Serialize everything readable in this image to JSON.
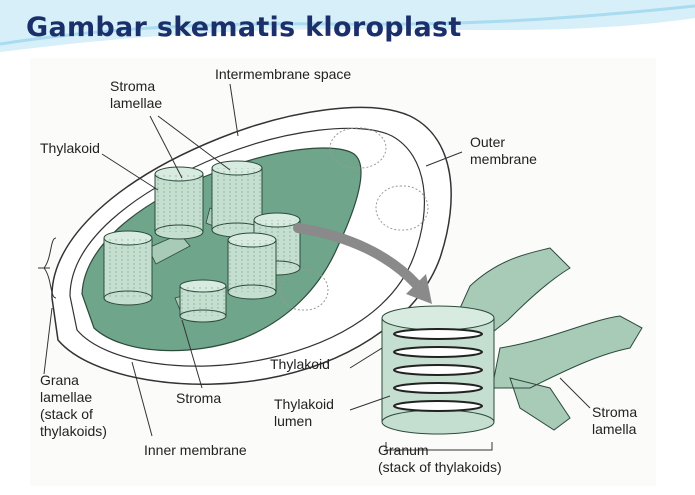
{
  "slide": {
    "title": "Gambar skematis kloroplast"
  },
  "labels": {
    "stroma_lamellae": "Stroma\nlamellae",
    "intermembrane_space": "Intermembrane space",
    "thylakoid_top": "Thylakoid",
    "outer_membrane": "Outer\nmembrane",
    "grana_lamellae": "Grana\nlamellae\n(stack of\nthylakoids)",
    "stroma": "Stroma",
    "inner_membrane": "Inner membrane",
    "thylakoid_right": "Thylakoid",
    "thylakoid_lumen": "Thylakoid\nlumen",
    "granum": "Granum\n(stack of thylakoids)",
    "stroma_lamella": "Stroma\nlamella"
  },
  "colors": {
    "title": "#1b2f6b",
    "stroma_green": "#6fa58a",
    "thylakoid_green": "#c4decf",
    "lamella_green": "#a8cbb8",
    "arrow_gray": "#8a8a8a",
    "header_wave": "#bfe6f6"
  }
}
